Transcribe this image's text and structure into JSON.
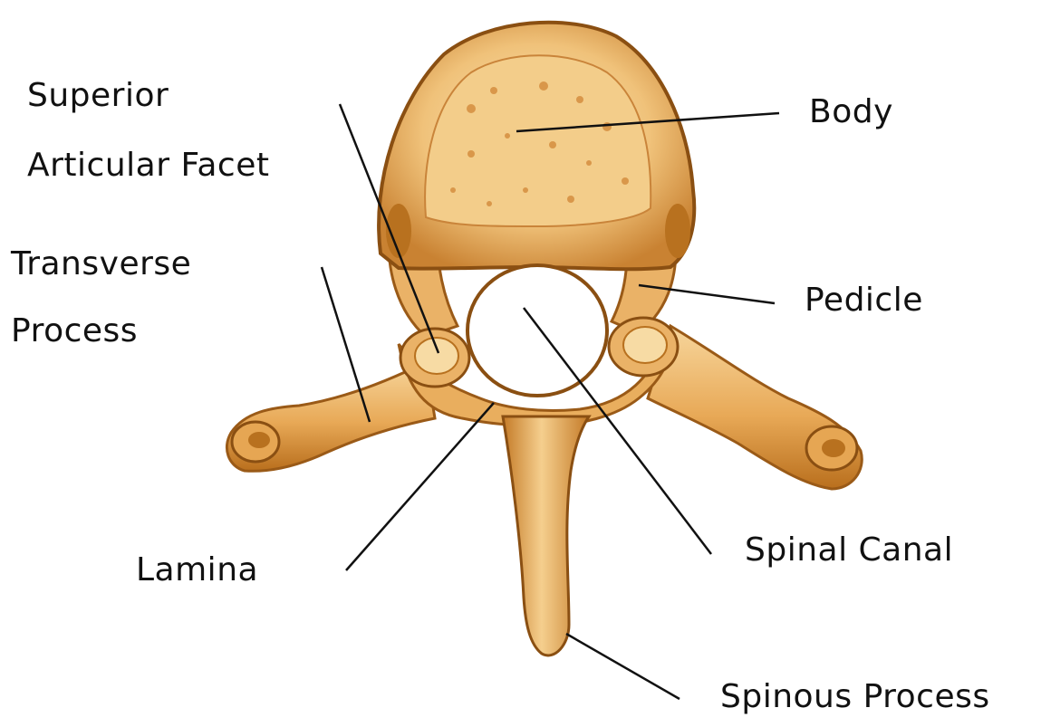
{
  "labels": {
    "superior_line1": "Superior",
    "superior_line2": "Articular Facet",
    "transverse_line1": "Transverse",
    "transverse_line2": "Process",
    "body": "Body",
    "pedicle": "Pedicle",
    "lamina": "Lamina",
    "spinal_canal": "Spinal Canal",
    "spinous_process": "Spinous Process"
  },
  "colors": {
    "bone_light": "#f6d49a",
    "bone_mid": "#e8ad5f",
    "bone_dark": "#b5701f",
    "bone_shadow": "#8a4f12",
    "leader_line": "#111111",
    "background": "#ffffff"
  }
}
